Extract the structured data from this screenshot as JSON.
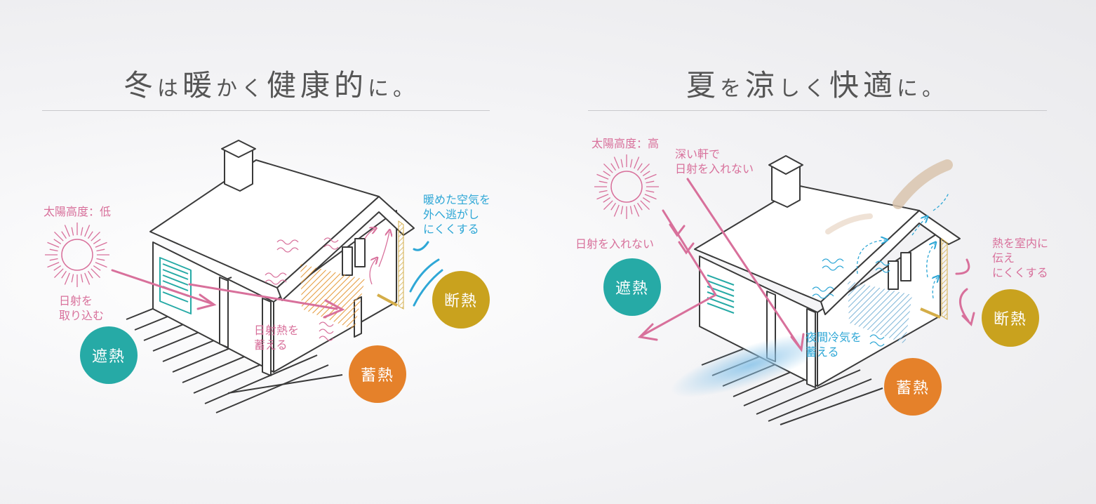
{
  "colors": {
    "pink": "#d8709b",
    "blue": "#2ea7d6",
    "teal": "#26aaa6",
    "orange": "#e5812a",
    "mustard": "#c9a21e",
    "line": "#3a3a3a"
  },
  "winter": {
    "title": {
      "c1": "冬",
      "c2": "は",
      "c3": "暖",
      "c4": "かく",
      "c5": "健康的",
      "c6": "に。"
    },
    "sun_altitude": "太陽高度：低",
    "sunlight_in": "日射を\n取り込む",
    "store_heat": "日射熱を\n蓄える",
    "warm_air": "暖めた空気を\n外へ逃がし\nにくくする",
    "shield_heat": "遮熱",
    "insulation": "断熱",
    "thermal_storage": "蓄熱"
  },
  "summer": {
    "title": {
      "c1": "夏",
      "c2": "を",
      "c3": "涼",
      "c4": "しく",
      "c5": "快適",
      "c6": "に。"
    },
    "sun_altitude": "太陽高度：高",
    "deep_eaves": "深い軒で\n日射を入れない",
    "block_sun": "日射を入れない",
    "night_cool": "夜間冷気を\n蓄える",
    "heat_out": "熱を室内に\n伝え\nにくくする",
    "shield_heat": "遮熱",
    "insulation": "断熱",
    "thermal_storage": "蓄熱"
  }
}
